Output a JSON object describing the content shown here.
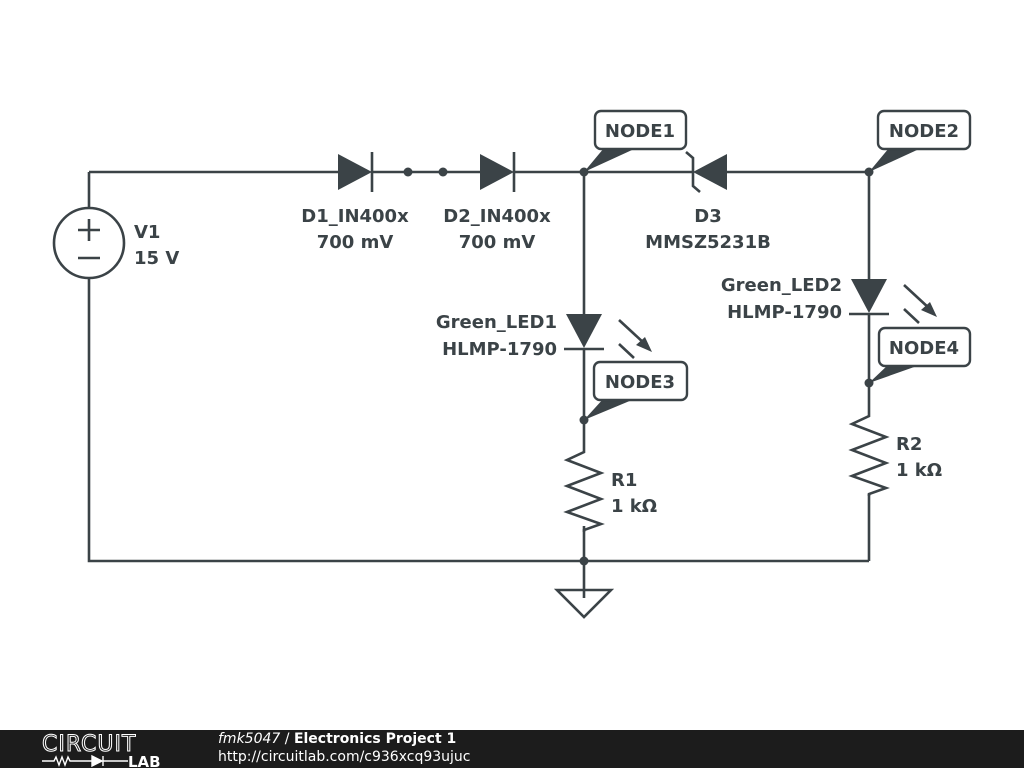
{
  "schematic": {
    "source": {
      "name": "V1",
      "value": "15 V"
    },
    "diodes": [
      {
        "name": "D1_IN400x",
        "value": "700 mV"
      },
      {
        "name": "D2_IN400x",
        "value": "700 mV"
      },
      {
        "name": "D3",
        "value": "MMSZ5231B"
      }
    ],
    "leds": [
      {
        "name": "Green_LED1",
        "value": "HLMP-1790"
      },
      {
        "name": "Green_LED2",
        "value": "HLMP-1790"
      }
    ],
    "resistors": [
      {
        "name": "R1",
        "value": "1 kΩ"
      },
      {
        "name": "R2",
        "value": "1 kΩ"
      }
    ],
    "nodes": [
      "NODE1",
      "NODE2",
      "NODE3",
      "NODE4"
    ]
  },
  "footer": {
    "logo_top": "CIRCUIT",
    "logo_bottom": "LAB",
    "user": "fmk5047",
    "separator": " / ",
    "project": "Electronics Project 1",
    "url": "http://circuitlab.com/c936xcq93ujuc"
  },
  "colors": {
    "ink": "#3b4347",
    "footer_bg": "#1c1c1c",
    "footer_text": "#ffffff"
  }
}
